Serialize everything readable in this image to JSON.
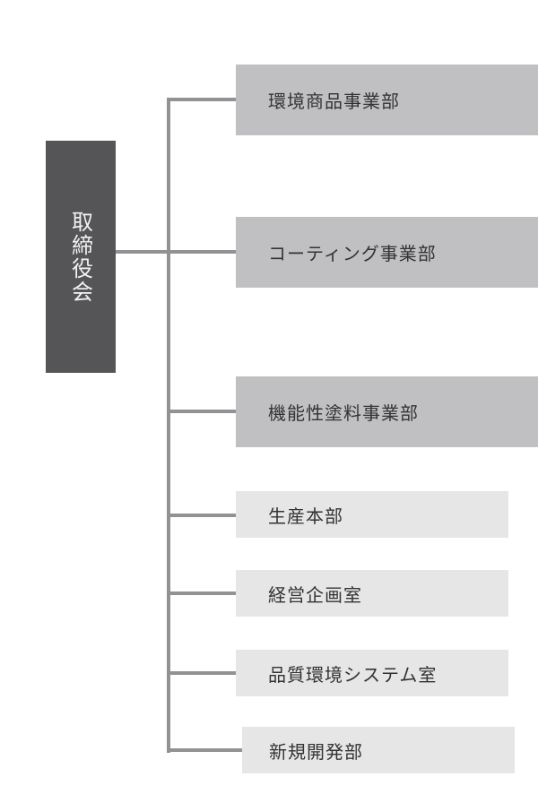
{
  "board": {
    "label": "取締役会"
  },
  "divisions": [
    {
      "label": "環境商品事業部",
      "kind": "major"
    },
    {
      "label": "コーティング事業部",
      "kind": "major"
    },
    {
      "label": "機能性塗料事業部",
      "kind": "major"
    },
    {
      "label": "生産本部",
      "kind": "minor"
    },
    {
      "label": "経営企画室",
      "kind": "minor"
    },
    {
      "label": "品質環境システム室",
      "kind": "minor"
    },
    {
      "label": "新規開発部",
      "kind": "minor"
    }
  ],
  "colors": {
    "board": "#555557",
    "major": "#c0c0c2",
    "minor": "#e6e6e6",
    "connector": "#929294"
  }
}
